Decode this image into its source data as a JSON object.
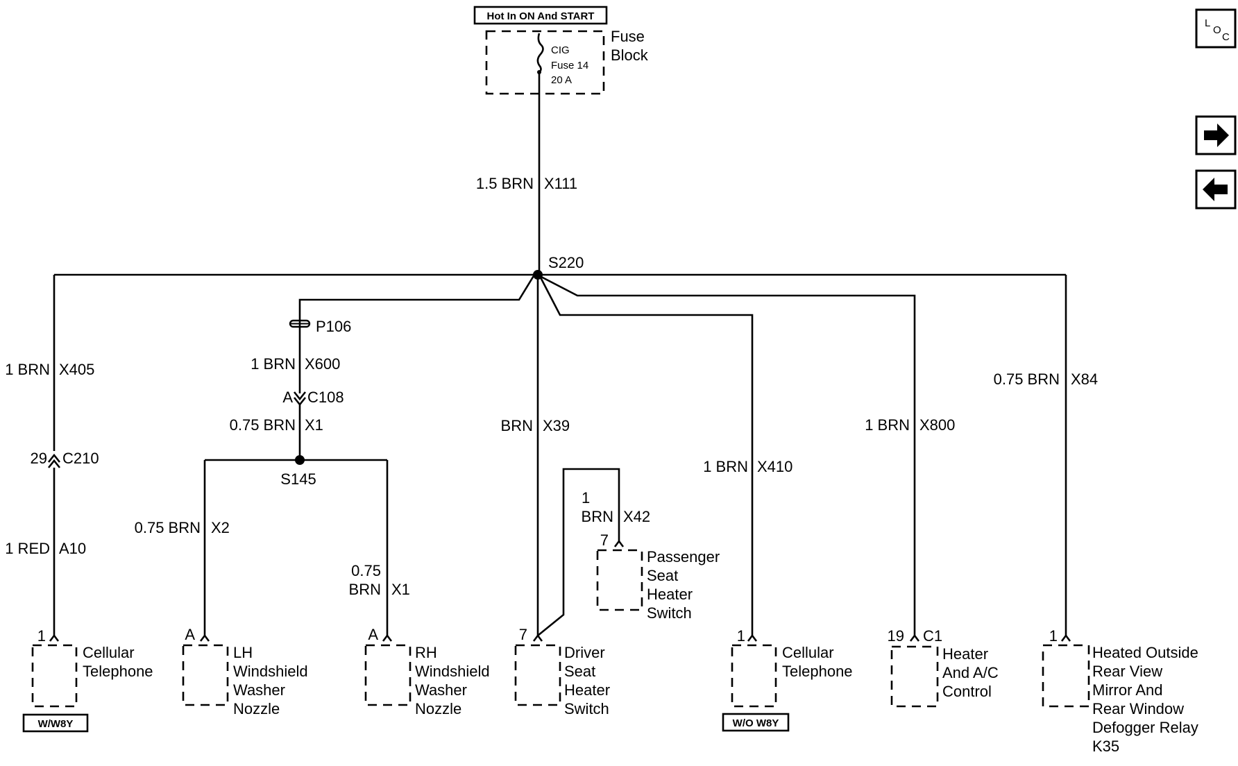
{
  "header": {
    "power_label": "Hot In ON And START",
    "fuse_block": [
      "Fuse",
      "Block"
    ],
    "fuse": [
      "CIG",
      "Fuse 14",
      "20 A"
    ]
  },
  "nav": {
    "loc": [
      "L",
      "O",
      "C"
    ],
    "forward_icon": "arrow-right-icon",
    "back_icon": "arrow-left-icon"
  },
  "wires": {
    "main": "1.5 BRN",
    "main_circuit": "X111",
    "x405": [
      "1 BRN",
      "X405"
    ],
    "x600": [
      "1 BRN",
      "X600"
    ],
    "x1_top": [
      "0.75 BRN",
      "X1"
    ],
    "x2": [
      "0.75 BRN",
      "X2"
    ],
    "x1_rh": [
      "0.75",
      "BRN",
      "X1"
    ],
    "x39": [
      "BRN",
      "X39"
    ],
    "x42": [
      "1",
      "BRN",
      "X42"
    ],
    "x410": [
      "1 BRN",
      "X410"
    ],
    "x800": [
      "1 BRN",
      "X800"
    ],
    "x84": [
      "0.75 BRN",
      "X84"
    ],
    "a10": [
      "1 RED",
      "A10"
    ]
  },
  "connectors": {
    "s220": "S220",
    "s145": "S145",
    "p106": "P106",
    "c108_pin": "A",
    "c108": "C108",
    "c210_pin": "29",
    "c210": "C210"
  },
  "components": {
    "cell_left": {
      "pin": "1",
      "lines": [
        "Cellular",
        "Telephone"
      ],
      "option": "W/W8Y"
    },
    "lh_nozzle": {
      "pin": "A",
      "lines": [
        "LH",
        "Windshield",
        "Washer",
        "Nozzle"
      ]
    },
    "rh_nozzle": {
      "pin": "A",
      "lines": [
        "RH",
        "Windshield",
        "Washer",
        "Nozzle"
      ]
    },
    "driver_seat": {
      "pin": "7",
      "lines": [
        "Driver",
        "Seat",
        "Heater",
        "Switch"
      ]
    },
    "passenger_seat": {
      "pin": "7",
      "lines": [
        "Passenger",
        "Seat",
        "Heater",
        "Switch"
      ]
    },
    "cell_right": {
      "pin": "1",
      "lines": [
        "Cellular",
        "Telephone"
      ],
      "option": "W/O W8Y"
    },
    "heater_ac": {
      "pin": "19",
      "conn": "C1",
      "lines": [
        "Heater",
        "And A/C",
        "Control"
      ]
    },
    "mirror_relay": {
      "pin": "1",
      "lines": [
        "Heated Outside",
        "Rear View",
        "Mirror And",
        "Rear Window",
        "Defogger Relay",
        "K35"
      ]
    }
  }
}
